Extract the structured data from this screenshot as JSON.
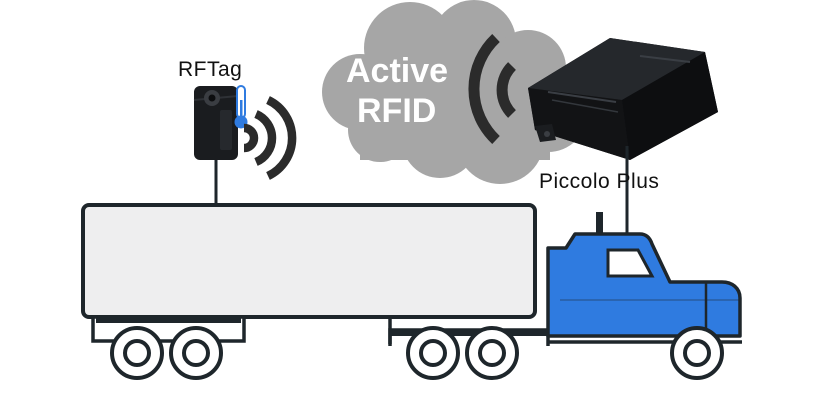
{
  "labels": {
    "rftag": "RFTag",
    "piccolo": "Piccolo Plus",
    "cloud_line1": "Active",
    "cloud_line2": "RFID"
  },
  "colors": {
    "cab_blue": "#2f7be0",
    "outline": "#1e262b",
    "cloud": "#a6a6a6",
    "signal": "#2b2b2b",
    "device": "#17191b",
    "thermometer": "#2f7be0"
  },
  "icons": {
    "rftag": "rf-tag-device-icon",
    "thermometer": "thermometer-icon",
    "tag_signal": "wireless-signal-icon",
    "cloud_signal": "wireless-signal-icon",
    "reader": "rfid-reader-device-icon",
    "truck": "semi-truck-icon"
  }
}
